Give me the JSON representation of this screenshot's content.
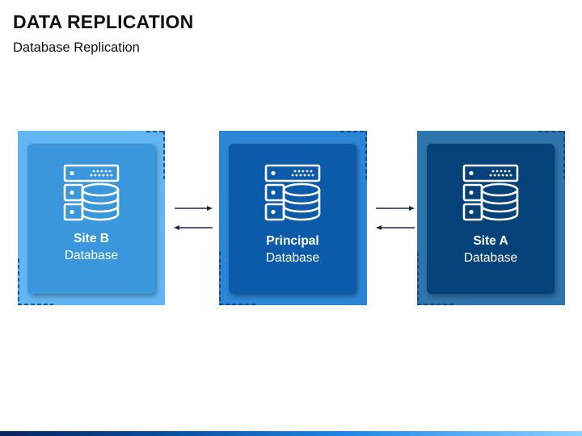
{
  "header": {
    "title": "DATA REPLICATION",
    "subtitle": "Database Replication"
  },
  "nodes": [
    {
      "id": "site-b",
      "name": "Site B",
      "type": "Database",
      "icon": "database-server-icon",
      "panel_color": "#62b6f4",
      "card_color": "#3a97dc"
    },
    {
      "id": "principal",
      "name": "Principal",
      "type": "Database",
      "icon": "database-server-icon",
      "panel_color": "#2c86d6",
      "card_color": "#0c5baa"
    },
    {
      "id": "site-a",
      "name": "Site A",
      "type": "Database",
      "icon": "database-server-icon",
      "panel_color": "#2e74ad",
      "card_color": "#06427a"
    }
  ],
  "connections": [
    {
      "from": "site-b",
      "to": "principal",
      "direction": "bidirectional"
    },
    {
      "from": "principal",
      "to": "site-a",
      "direction": "bidirectional"
    }
  ],
  "colors": {
    "arrow": "#1a2a44",
    "dash": "#0d3b73",
    "icon_stroke": "#ffffff"
  }
}
